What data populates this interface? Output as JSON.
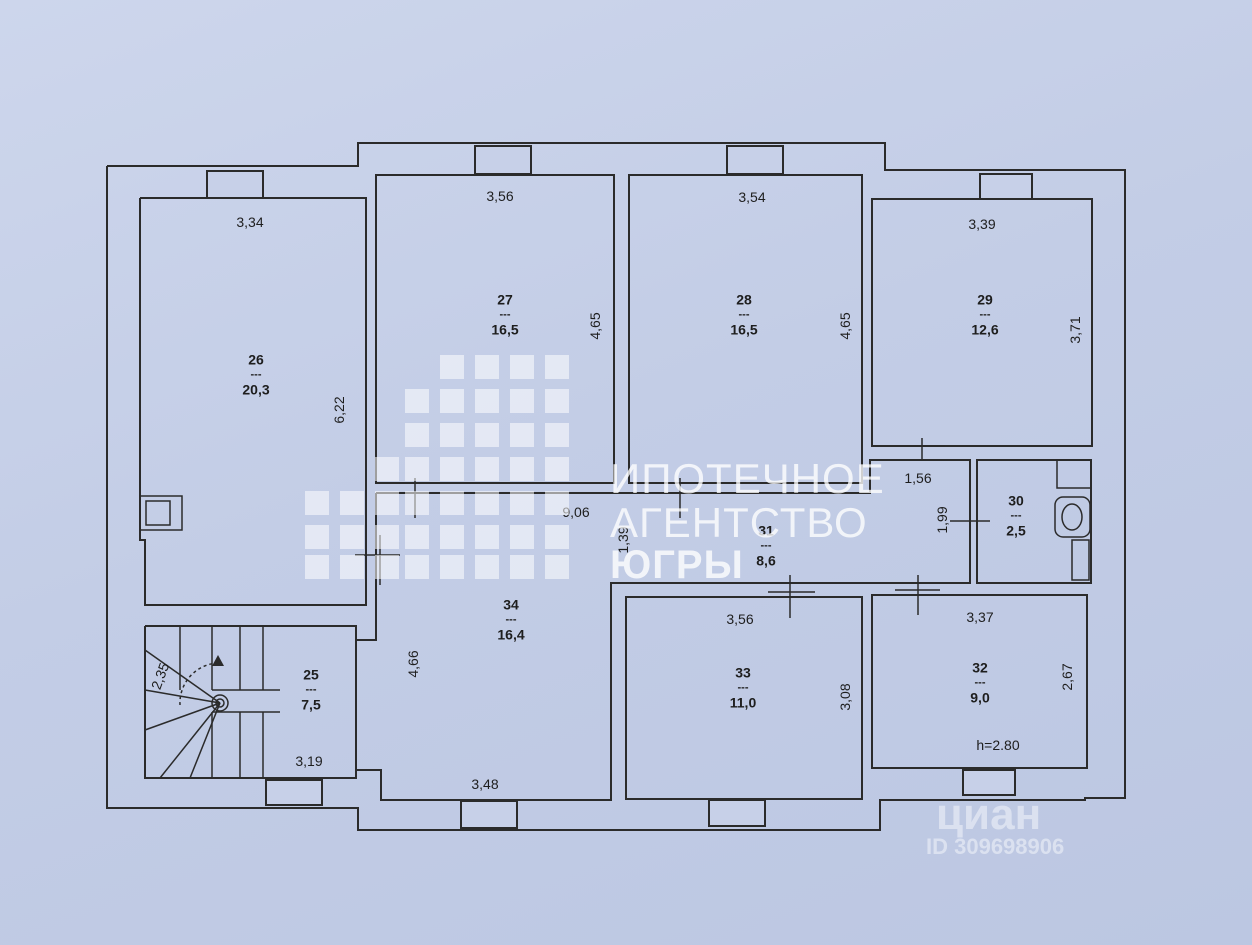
{
  "rooms": [
    {
      "id": "26",
      "area": "20,3",
      "sep": "---"
    },
    {
      "id": "27",
      "area": "16,5",
      "sep": "---"
    },
    {
      "id": "28",
      "area": "16,5",
      "sep": "---"
    },
    {
      "id": "29",
      "area": "12,6",
      "sep": "---"
    },
    {
      "id": "30",
      "area": "2,5",
      "sep": "---"
    },
    {
      "id": "31",
      "area": "8,6",
      "sep": "---"
    },
    {
      "id": "32",
      "area": "9,0",
      "sep": "---"
    },
    {
      "id": "33",
      "area": "11,0",
      "sep": "---"
    },
    {
      "id": "34",
      "area": "16,4",
      "sep": "---"
    },
    {
      "id": "25",
      "area": "7,5",
      "sep": "---"
    }
  ],
  "dimensions": {
    "d26_w": "3,34",
    "d26_h": "6,22",
    "d27_w": "3,56",
    "d27_h": "4,65",
    "d28_w": "3,54",
    "d28_h": "4,65",
    "d29_w": "3,39",
    "d29_h": "3,71",
    "d30_w": "1,56",
    "d30_h": "1,99",
    "d31_w": "9,06",
    "d31_h": "1,39",
    "d33_w": "3,56",
    "d33_h": "3,08",
    "d32_w": "3,37",
    "d32_h": "2,67",
    "d34_w": "3,48",
    "d34_h": "4,66",
    "d25_w": "3,19",
    "d25_stair": "2,35"
  },
  "ceiling_height": "h=2.80",
  "watermark": {
    "line1": "ИПОТЕЧНОЕ",
    "line2": "АГЕНТСТВО",
    "line3": "ЮГРЫ"
  },
  "cian": {
    "brand": "циан",
    "id": "ID 309698906"
  }
}
